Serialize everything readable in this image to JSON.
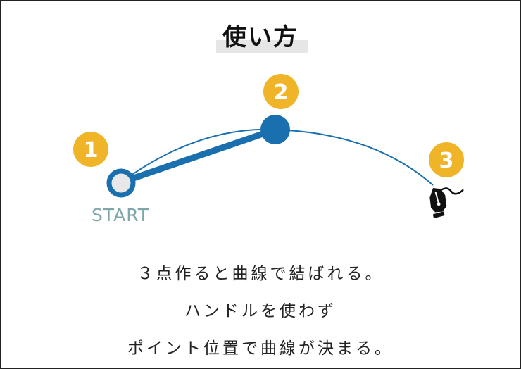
{
  "title": "使い方",
  "steps": [
    {
      "label": "1"
    },
    {
      "label": "2"
    },
    {
      "label": "3"
    }
  ],
  "start_label": "START",
  "captions": [
    "３点作ると曲線で結ばれる。",
    "ハンドルを使わず",
    "ポイント位置で曲線が決まる。"
  ],
  "icons": [
    "pen-tool-icon"
  ],
  "colors": {
    "accent_blue": "#1a6fae",
    "badge_yellow": "#f0b429",
    "start_teal": "#7fa6a8",
    "start_fill": "#e8e8e8",
    "title_highlight": "#e6e6e6"
  }
}
